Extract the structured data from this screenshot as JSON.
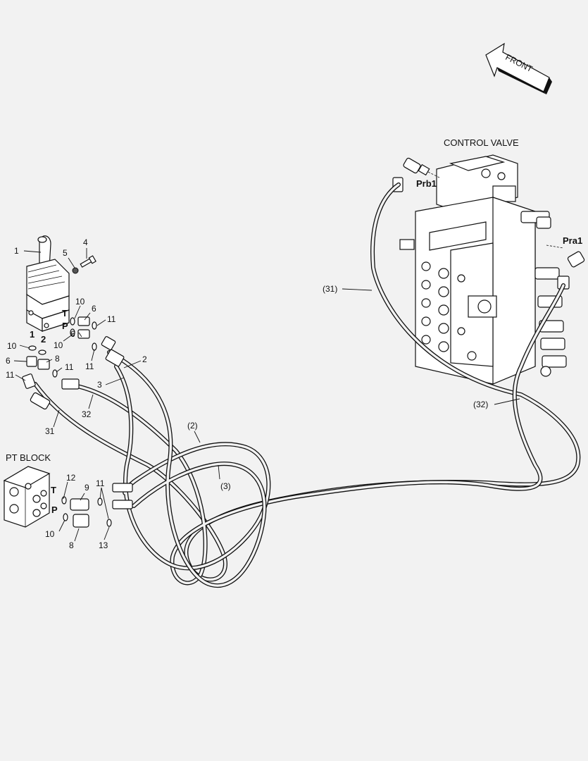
{
  "labels": {
    "front": "FRONT",
    "control_valve": "CONTROL VALVE",
    "pt_block": "PT BLOCK",
    "prb1": "Prb1",
    "pra1": "Pra1",
    "port_t": "T",
    "port_p": "P",
    "port_t2": "T",
    "port_p2": "P",
    "port_1": "1",
    "port_2": "2"
  },
  "callouts": {
    "c1": "1",
    "c2": "2",
    "c3": "3",
    "c4": "4",
    "c5": "5",
    "c6a": "6",
    "c6b": "6",
    "c6c": "6",
    "c8a": "8",
    "c8b": "8",
    "c9": "9",
    "c10a": "10",
    "c10b": "10",
    "c10c": "10",
    "c10d": "10",
    "c11a": "11",
    "c11b": "11",
    "c11c": "11",
    "c11d": "11",
    "c11e": "11",
    "c12": "12",
    "c13": "13",
    "c31": "31",
    "c32": "32",
    "c_p2": "(2)",
    "c_p3": "(3)",
    "c_p31": "(31)",
    "c_p32": "(32)"
  },
  "colors": {
    "line": "#111111",
    "background": "#f2f2f2"
  }
}
